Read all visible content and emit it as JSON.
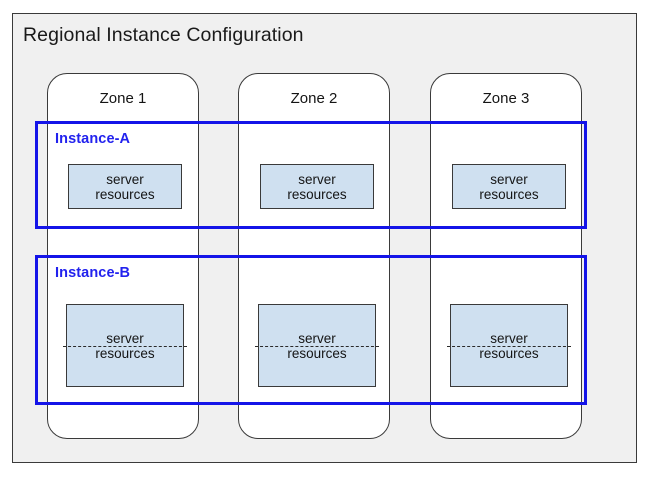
{
  "diagram": {
    "title": "Regional Instance Configuration",
    "zones": [
      {
        "label": "Zone 1"
      },
      {
        "label": "Zone 2"
      },
      {
        "label": "Zone 3"
      }
    ],
    "instances": [
      {
        "label": "Instance-A",
        "split": false,
        "resources": [
          {
            "text": "server\nresources"
          },
          {
            "text": "server\nresources"
          },
          {
            "text": "server\nresources"
          }
        ]
      },
      {
        "label": "Instance-B",
        "split": true,
        "resources": [
          {
            "text": "server\nresources"
          },
          {
            "text": "server\nresources"
          },
          {
            "text": "server\nresources"
          }
        ]
      }
    ],
    "colors": {
      "instance_border": "#1414e8",
      "instance_label": "#2222ee",
      "resource_fill": "#cfe0f0",
      "region_background": "#f0f0f0",
      "zone_background": "#ffffff",
      "outline": "#3a3a3a"
    }
  }
}
